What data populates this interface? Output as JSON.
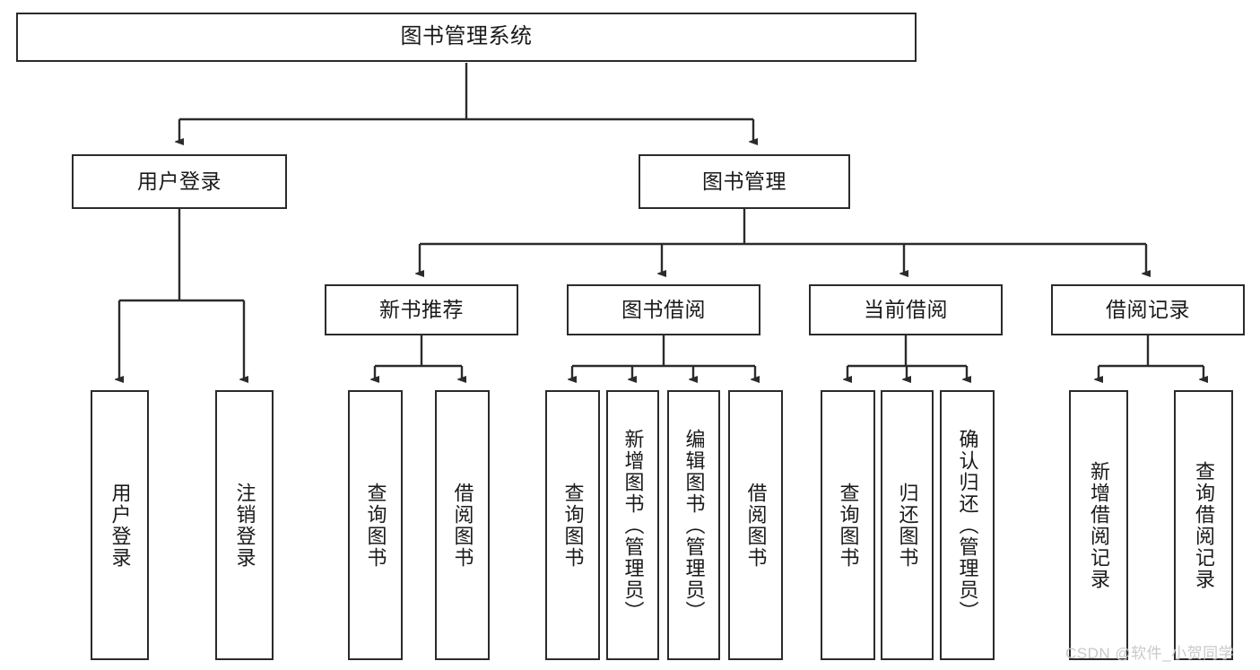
{
  "diagram": {
    "title": "图书管理系统",
    "type": "hierarchy-tree",
    "watermark": "CSDN @软件_小贺同学",
    "colors": {
      "border": "#2b2b2b",
      "background": "#ffffff",
      "text": "#1a1a1a",
      "connector": "#2b2b2b",
      "watermark": "#c9c9c9"
    },
    "nodes": {
      "root": {
        "label": "图书管理系统"
      },
      "level2": [
        {
          "label": "用户登录"
        },
        {
          "label": "图书管理"
        }
      ],
      "level3": [
        {
          "label": "新书推荐"
        },
        {
          "label": "图书借阅"
        },
        {
          "label": "当前借阅"
        },
        {
          "label": "借阅记录"
        }
      ],
      "leaves": {
        "user_login": [
          {
            "label": "用户登录"
          },
          {
            "label": "注销登录"
          }
        ],
        "new_book_recommend": [
          {
            "label": "查询图书"
          },
          {
            "label": "借阅图书"
          }
        ],
        "book_borrow": [
          {
            "label": "查询图书"
          },
          {
            "label": "新增图书（管理员）"
          },
          {
            "label": "编辑图书（管理员）"
          },
          {
            "label": "借阅图书"
          }
        ],
        "current_borrow": [
          {
            "label": "查询图书"
          },
          {
            "label": "归还图书"
          },
          {
            "label": "确认归还（管理员）"
          }
        ],
        "borrow_record": [
          {
            "label": "新增借阅记录"
          },
          {
            "label": "查询借阅记录"
          }
        ]
      }
    }
  }
}
